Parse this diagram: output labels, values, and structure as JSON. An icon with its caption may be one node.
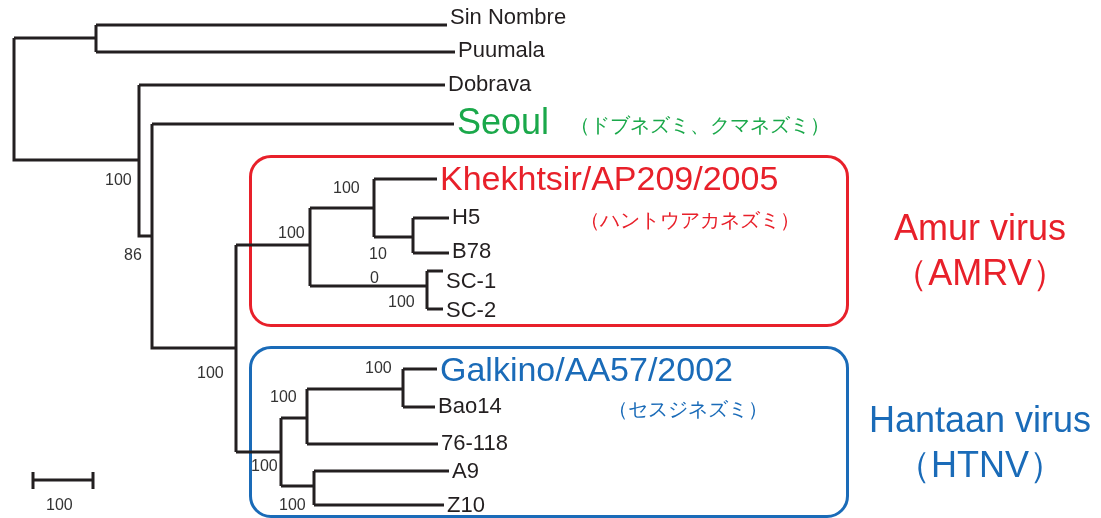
{
  "diagram": {
    "nodes": [
      {
        "text": [
          "Sin Nombre"
        ]
      },
      {
        "text": [
          "Puumala"
        ]
      },
      {
        "text": [
          "Dobrava"
        ]
      },
      {
        "text": [
          "Seoul"
        ],
        "beside": [
          "（ドブネズミ、クマネズミ）"
        ]
      },
      {
        "text": [],
        "shape": "box"
      },
      {
        "text": [
          "Khekhtsir/AP209/2005"
        ],
        "beside": [
          "（ハントウアカネズミ）"
        ],
        "in": 4
      },
      {
        "text": [
          "H5"
        ],
        "in": 4
      },
      {
        "text": [
          "B78"
        ],
        "in": 4
      },
      {
        "text": [
          "SC-1"
        ],
        "in": 4
      },
      {
        "text": [
          "SC-2"
        ],
        "in": 4
      },
      {
        "text": [],
        "shape": "box"
      },
      {
        "text": [
          "Galkino/AA57/2002"
        ],
        "beside": [
          "（セスジネズミ）"
        ],
        "in": 10
      },
      {
        "text": [
          "Bao14"
        ],
        "in": 10
      },
      {
        "text": [
          "76-118"
        ],
        "in": 10
      },
      {
        "text": [
          "A9"
        ],
        "in": 10
      },
      {
        "text": [
          "Z10"
        ],
        "in": 10
      }
    ],
    "edges": [
      {
        "from": null,
        "to": 0,
        "arrow": "none"
      },
      {
        "from": null,
        "to": 1,
        "arrow": "none"
      },
      {
        "from": null,
        "to": 2,
        "arrow": "none"
      },
      {
        "from": null,
        "to": 3,
        "arrow": "none"
      },
      {
        "from": null,
        "to": 5,
        "arrow": "none"
      },
      {
        "from": null,
        "to": 6,
        "arrow": "none"
      },
      {
        "from": null,
        "to": 7,
        "arrow": "none"
      },
      {
        "from": null,
        "to": 8,
        "arrow": "none"
      },
      {
        "from": null,
        "to": 9,
        "arrow": "none"
      },
      {
        "from": null,
        "to": 11,
        "arrow": "none"
      },
      {
        "from": null,
        "to": 12,
        "arrow": "none"
      },
      {
        "from": null,
        "to": 13,
        "arrow": "none"
      },
      {
        "from": null,
        "to": 14,
        "arrow": "none"
      },
      {
        "from": null,
        "to": 15,
        "arrow": "none"
      }
    ],
    "labels": [
      "100",
      "100",
      "100",
      "86",
      "10",
      "0",
      "100",
      "100",
      "100",
      "100",
      "100",
      "100",
      "Amur virus （AMRV）",
      "Hantaan virus （HTNV）",
      "100"
    ]
  }
}
